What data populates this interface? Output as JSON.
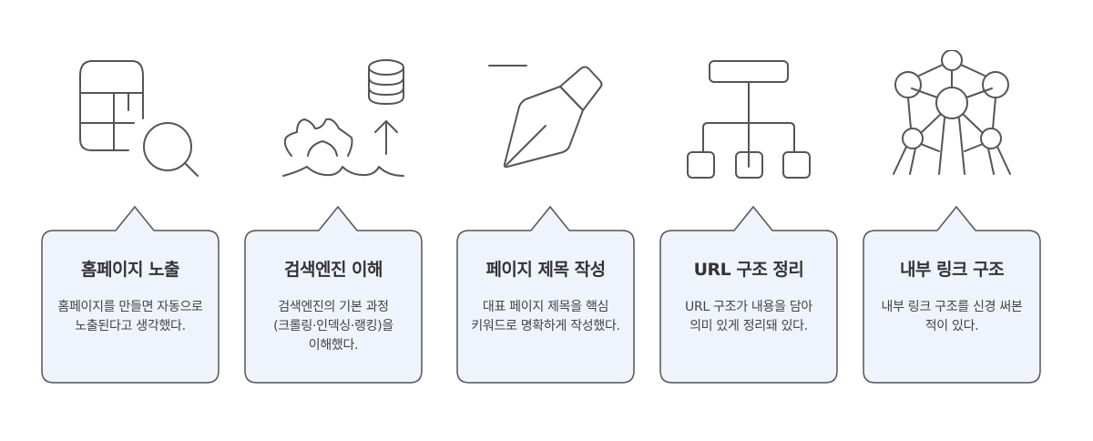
{
  "colors": {
    "card_fill": "#EFF3FB",
    "card_stroke": "#555555",
    "icon_stroke": "#555555",
    "title_text": "#333333",
    "desc_text": "#444444"
  },
  "steps": [
    {
      "icon": "table-search-icon",
      "title": "홈페이지 노출",
      "description": "홈페이지를 만들면 자동으로 노출된다고 생각했다."
    },
    {
      "icon": "search-engine-gear-database-icon",
      "title": "검색엔진 이해",
      "description": "검색엔진의 기본 과정 (크롤링·인덱싱·랭킹)을 이해했다."
    },
    {
      "icon": "pen-nib-icon",
      "title": "페이지 제목 작성",
      "description": "대표 페이지 제목을 핵심 키워드로 명확하게 작성했다."
    },
    {
      "icon": "hierarchy-tree-icon",
      "title": "URL 구조 정리",
      "description": "URL 구조가 내용을 담아 의미 있게 정리돼 있다."
    },
    {
      "icon": "network-structure-icon",
      "title": "내부 링크 구조",
      "description": "내부 링크 구조를 신경 써본 적이 있다."
    }
  ]
}
